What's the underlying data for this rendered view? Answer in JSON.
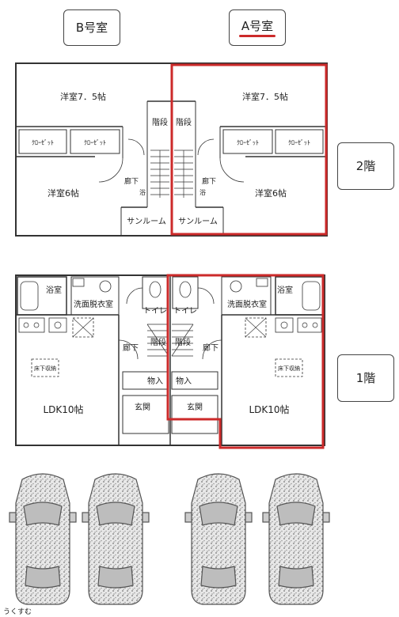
{
  "header": {
    "unit_b": "B号室",
    "unit_a": "A号室"
  },
  "floor2": {
    "label": "2階",
    "b": {
      "western_75": "洋室7．5帖",
      "western_6": "洋室6帖",
      "closet1": "ｸﾛｰｾﾞｯﾄ",
      "closet2": "ｸﾛｰｾﾞｯﾄ",
      "hall": "廊下",
      "sunroom": "サンルーム",
      "stairs": "階段"
    },
    "a": {
      "western_75": "洋室7．5帖",
      "western_6": "洋室6帖",
      "closet1": "ｸﾛｰｾﾞｯﾄ",
      "closet2": "ｸﾛｰｾﾞｯﾄ",
      "hall": "廊下",
      "sunroom": "サンルーム",
      "stairs": "階段"
    },
    "hall_b_mid": "浴",
    "hall_a_mid": "浴"
  },
  "floor1": {
    "label": "1階",
    "b": {
      "bath": "浴室",
      "washroom": "洗面脱衣室",
      "toilet": "トイレ",
      "stairs": "階段",
      "hall": "廊下",
      "storage": "物入",
      "entrance": "玄関",
      "ldk": "LDK10帖",
      "underfloor": "床下収納"
    },
    "a": {
      "bath": "浴室",
      "washroom": "洗面脱衣室",
      "toilet": "トイレ",
      "stairs": "階段",
      "hall": "廊下",
      "storage": "物入",
      "entrance": "玄関",
      "ldk": "LDK10帖",
      "underfloor": "床下収納"
    }
  },
  "footer": {
    "watermark": "うくすむ"
  },
  "colors": {
    "highlight": "#cc2a2a",
    "wall": "#333333",
    "car": "#8a8a8a"
  }
}
